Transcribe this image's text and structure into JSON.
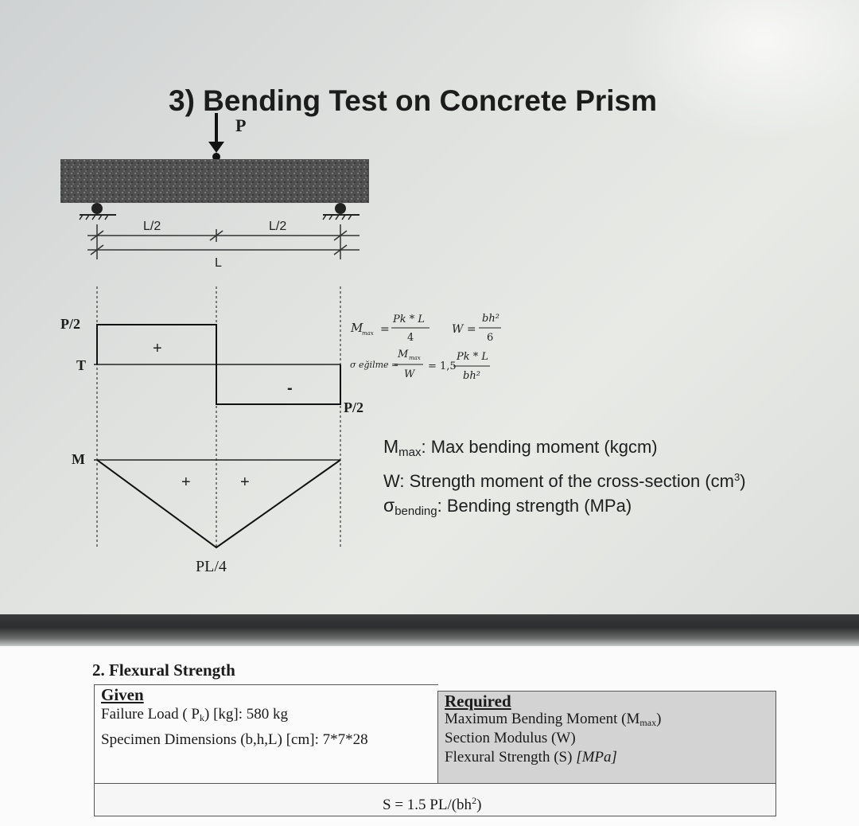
{
  "slide": {
    "title": "3) Bending Test on Concrete Prism",
    "load_label": "P",
    "half_span_left": "L/2",
    "half_span_right": "L/2",
    "span": "L",
    "shear_top_label": "P/2",
    "shear_axis_label": "T",
    "shear_bottom_label": "P/2",
    "plus_sign": "+",
    "minus_sign": "-",
    "moment_axis_label": "M",
    "moment_peak_label": "PL/4",
    "formulas": {
      "mmax_lhs": "M",
      "mmax_sub": "max",
      "mmax_num": "Pk * L",
      "mmax_den": "4",
      "w_lhs": "W =",
      "w_num": "bh²",
      "w_den": "6",
      "sigma_lhs": "σ eğilme =",
      "sigma_num1": "M",
      "sigma_sub": "max",
      "sigma_den1": "W",
      "sigma_factor": "= 1,5",
      "sigma_num2": "Pk * L",
      "sigma_den2": "bh²"
    },
    "legend": {
      "mmax_symbol": "M",
      "mmax_sub": "max",
      "mmax_text": ": Max bending moment (kgcm)",
      "w_text": "W: Strength moment of the cross-section (cm",
      "w_exp": "3",
      "w_close": ")",
      "sigma_symbol": "σ",
      "sigma_sub": "bending",
      "sigma_text": ": Bending strength (MPa)"
    }
  },
  "document": {
    "heading": "2.  Flexural Strength",
    "given_title": "Given",
    "given_line1_a": "Failure Load ( P",
    "given_line1_sub": "k",
    "given_line1_b": ") [kg]: 580 kg",
    "given_line2": "Specimen Dimensions (b,h,L) [cm]: 7*7*28",
    "required_title": "Required",
    "required_line1_a": "Maximum Bending Moment (M",
    "required_line1_sub": "max",
    "required_line1_b": ")",
    "required_line2": "Section Modulus (W)",
    "required_line3_a": "Flexural Strength (S) ",
    "required_line3_unit": "[MPa]",
    "formula_a": "S = 1.5 PL/(bh",
    "formula_exp": "2",
    "formula_b": ")"
  },
  "colors": {
    "ink": "#1c1c1c",
    "beam": "#5a5a5a",
    "table_shade": "#d3d3d3"
  }
}
